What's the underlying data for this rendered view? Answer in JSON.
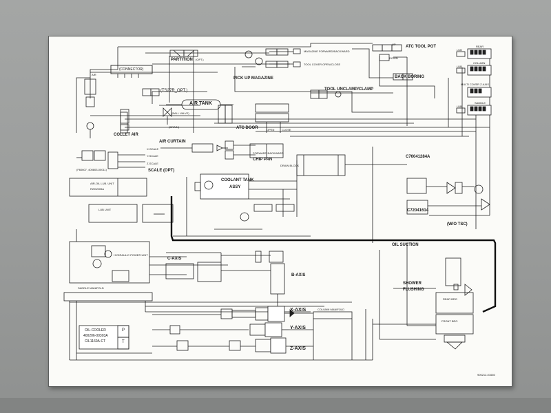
{
  "labels": {
    "connector": "(CONNECTOR)",
    "partition": "PARTITION",
    "opt": "(OPT.)",
    "pick_up_magazine": "PICK UP MAGAZINE",
    "magazine_fwd": "MAGAZINE FORWARD/BACKWARD",
    "tool_cover": "TOOL COVER OPEN/CLOSE",
    "atc_tool_pot": "ATC TOOL POT",
    "up": "UP",
    "down": "DOWN",
    "back_boring": "BACK BORING",
    "tool_unclamp": "TOOL UNCLAMP/CLAMP",
    "air": "AIR",
    "ts27r": "(TS27R_OPT.)",
    "air_tank": "AIR TANK",
    "ball_valve": "(BALL VALVE)",
    "drain": "(DRAIN)",
    "collet_air": "COLLET AIR",
    "atc_door": "ATC DOOR",
    "open": "OPEN",
    "close": "CLOSE",
    "air_curtain": "AIR CURTAIN",
    "x_scale": "X-SCALE",
    "y_scale": "Y-SCALE",
    "z_scale": "Z-SCALE",
    "scale_opt": "SCALE (OPT)",
    "filter_part": "(F60607, 400803-00011)",
    "forward_backward": "FORWARD BACKWARD",
    "chip_pan": "CHIP PAN",
    "drain_block": "DRAIN BLOCK",
    "c76041284a": "C76041284A",
    "c72041614": "C72041614",
    "wo_tsc": "(W/O TSC)",
    "air_oil_lub": "AIR-OIL LUB. UNIT",
    "r205": "R205/005A",
    "coolant_tank": "COOLANT TANK",
    "assy": "ASSY",
    "lub_unit": "LUB UNIT",
    "hydraulic_power": "HYDRAULIC POWER UNIT",
    "c_axis": "C-AXIS",
    "b_axis": "B-AXIS",
    "oil_suction": "OIL SUCTION",
    "shower": "SHOWER",
    "flushing": "FLUSHING",
    "saddle_manifold": "SADDLE MANIFOLD",
    "x_axis": "X-AXIS",
    "y_axis": "Y-AXIS",
    "z_axis": "Z-AXIS",
    "column_manifold": "COLUMN MANIFOLD",
    "oil_cooler_1": "OIL-COOLER",
    "oil_cooler_2": "400206-00303A",
    "oil_cooler_3": "CIL1160A-CT",
    "p": "P",
    "t": "T",
    "lub": "LUB",
    "column": "COLUMN",
    "multi_cover": "MULTI COVER Z-AXIS",
    "saddle": "SADDLE",
    "rear": "REAR",
    "rear_brg": "REAR BRG",
    "front_brg": "FRONT BRG",
    "doc_no": "900212-01660"
  }
}
